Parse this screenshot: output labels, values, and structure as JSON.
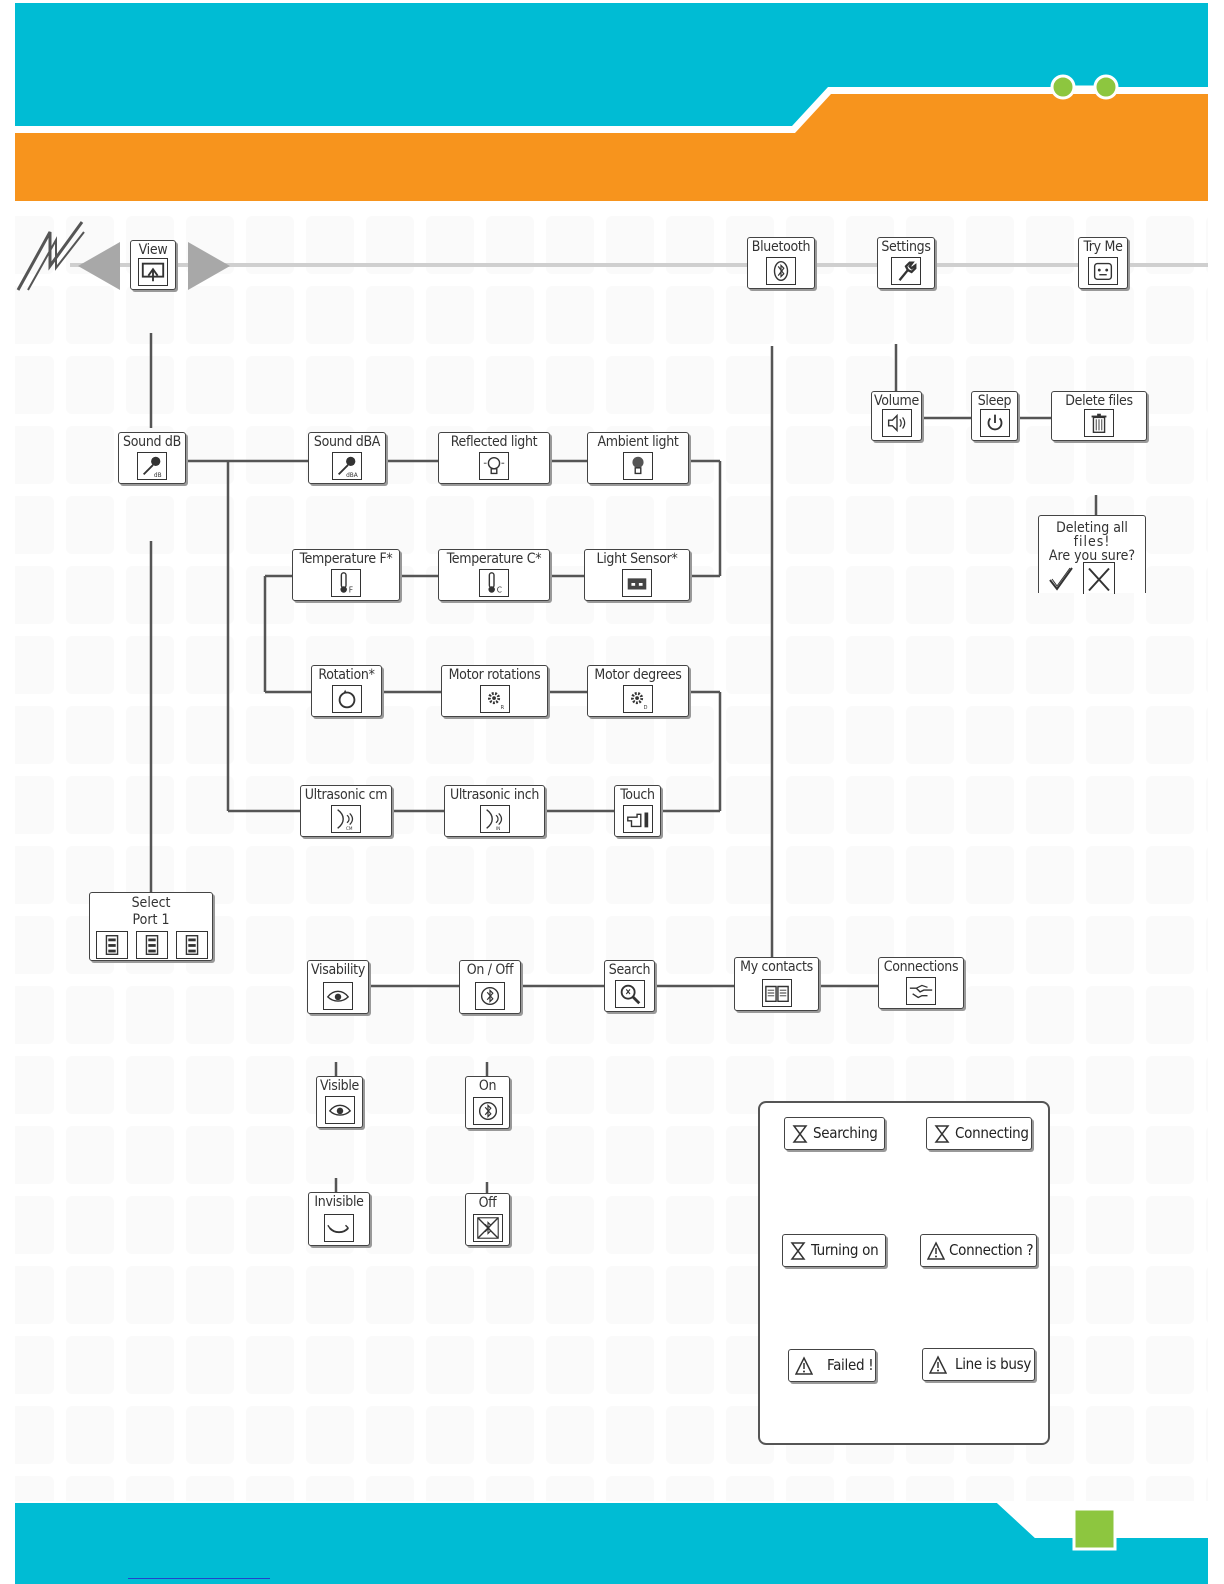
{
  "colors": {
    "header_cyan": "#00bcd4",
    "header_orange": "#f7941d",
    "accent_green": "#8dc63f",
    "line": "#555555"
  },
  "toolbar": {
    "view": "View",
    "bluetooth": "Bluetooth",
    "settings": "Settings",
    "try_me": "Try Me",
    "left_arrow_icon": "triangle-left",
    "right_arrow_icon": "triangle-right"
  },
  "view_menu": {
    "sound_db": "Sound dB",
    "sound_dba": "Sound dBA",
    "reflected_light": "Reflected light",
    "ambient_light": "Ambient light",
    "temperature_f": "Temperature F*",
    "temperature_c": "Temperature C*",
    "light_sensor": "Light Sensor*",
    "rotation": "Rotation*",
    "motor_rotations": "Motor rotations",
    "motor_degrees": "Motor degrees",
    "ultrasonic_cm": "Ultrasonic cm",
    "ultrasonic_inch": "Ultrasonic inch",
    "touch": "Touch",
    "select_line1": "Select",
    "select_line2": "Port  1"
  },
  "settings_menu": {
    "volume": "Volume",
    "sleep": "Sleep",
    "delete_files": "Delete files",
    "dialog_line1": "Deleting all",
    "dialog_line2": "files!",
    "dialog_line3": "Are you sure?"
  },
  "bluetooth_menu": {
    "visibility": "Visability",
    "on_off": "On / Off",
    "search": "Search",
    "my_contacts": "My contacts",
    "connections": "Connections",
    "visible": "Visible",
    "invisible": "Invisible",
    "on": "On",
    "off": "Off"
  },
  "status_messages": {
    "searching": "Searching",
    "connecting": "Connecting",
    "turning_on": "Turning on",
    "connection_q": "Connection ?",
    "failed": "Failed !",
    "line_busy": "Line is busy"
  }
}
